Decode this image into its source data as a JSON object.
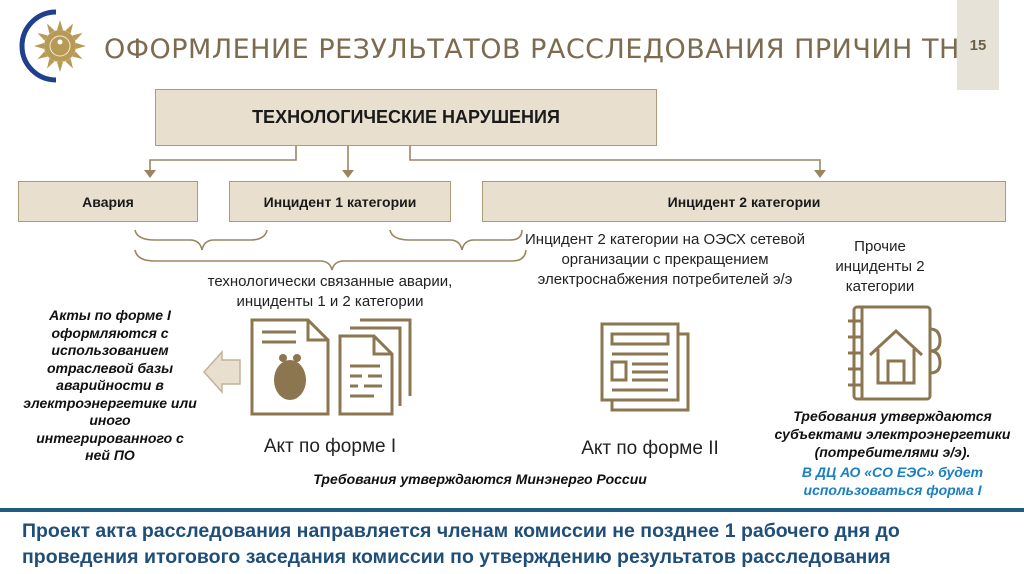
{
  "header": {
    "title": "ОФОРМЛЕНИЕ РЕЗУЛЬТАТОВ РАССЛЕДОВАНИЯ ПРИЧИН ТН",
    "page_number": "15",
    "logo_icon": "sun-emblem-icon"
  },
  "diagram": {
    "root": {
      "label": "ТЕХНОЛОГИЧЕСКИЕ НАРУШЕНИЯ"
    },
    "categories": [
      {
        "label": "Авария"
      },
      {
        "label": "Инцидент 1 категории"
      },
      {
        "label": "Инцидент 2 категории"
      }
    ],
    "groups": {
      "related": "технологически связанные аварии, инциденты 1 и 2 категории",
      "oesh": "Инцидент 2 категории на ОЭСХ сетевой организации с прекращением электроснабжения потребителей э/э",
      "other": "Прочие инциденты 2 категории"
    },
    "acts": {
      "form1": "Акт по форме I",
      "form2": "Акт по форме II"
    },
    "notes": {
      "left": "Акты по форме I оформляются с использованием отраслевой базы аварийности в электроэнергетике или иного интегрированного с ней ПО",
      "minenergo": "Требования утверждаются Минэнерго России",
      "subjects": "Требования утверждаются субъектами электроэнергетики (потребителями э/э).",
      "so_ees": "В ДЦ АО «СО ЕЭС» будет использоваться форма I"
    }
  },
  "footer": {
    "text": "Проект акта расследования направляется членам комиссии не позднее 1 рабочего дня до проведения итогового заседания комиссии по утверждению результатов расследования"
  },
  "colors": {
    "box_fill": "#e8dfce",
    "box_border": "#ad9a7a",
    "accent_gold": "#9b8560",
    "title": "#7d6b4f",
    "footer_text": "#1f4e78",
    "note_blue": "#1b7fc4"
  }
}
